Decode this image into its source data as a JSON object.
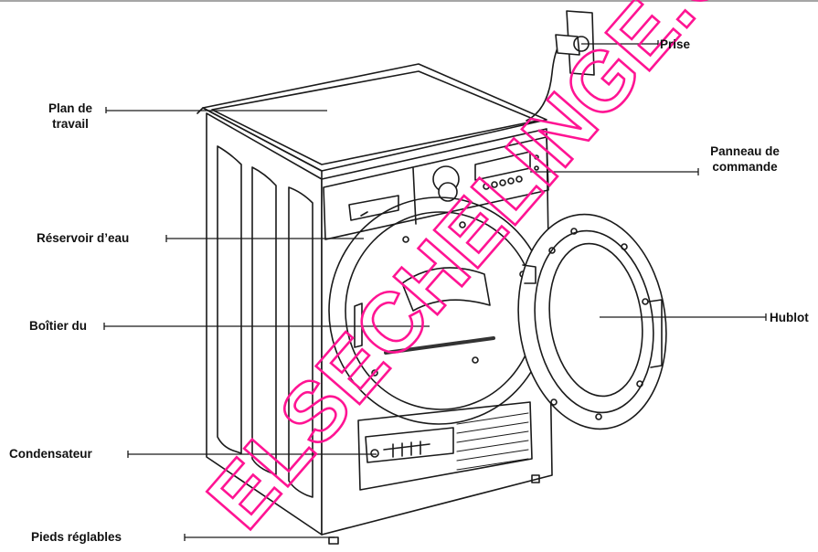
{
  "labels": {
    "plan_de_travail": [
      "Plan de",
      "travail"
    ],
    "reservoir": "Réservoir d’eau",
    "boitier": "Boîtier du",
    "condensateur": "Condensateur",
    "pieds": "Pieds réglables",
    "prise": "Prise",
    "panneau": [
      "Panneau de",
      "commande"
    ],
    "hublot": "Hublot"
  },
  "watermark": "ELSECHELINGE.COM",
  "colors": {
    "line": "#1a1a1a",
    "watermark": "#ff1493",
    "background": "#ffffff"
  }
}
